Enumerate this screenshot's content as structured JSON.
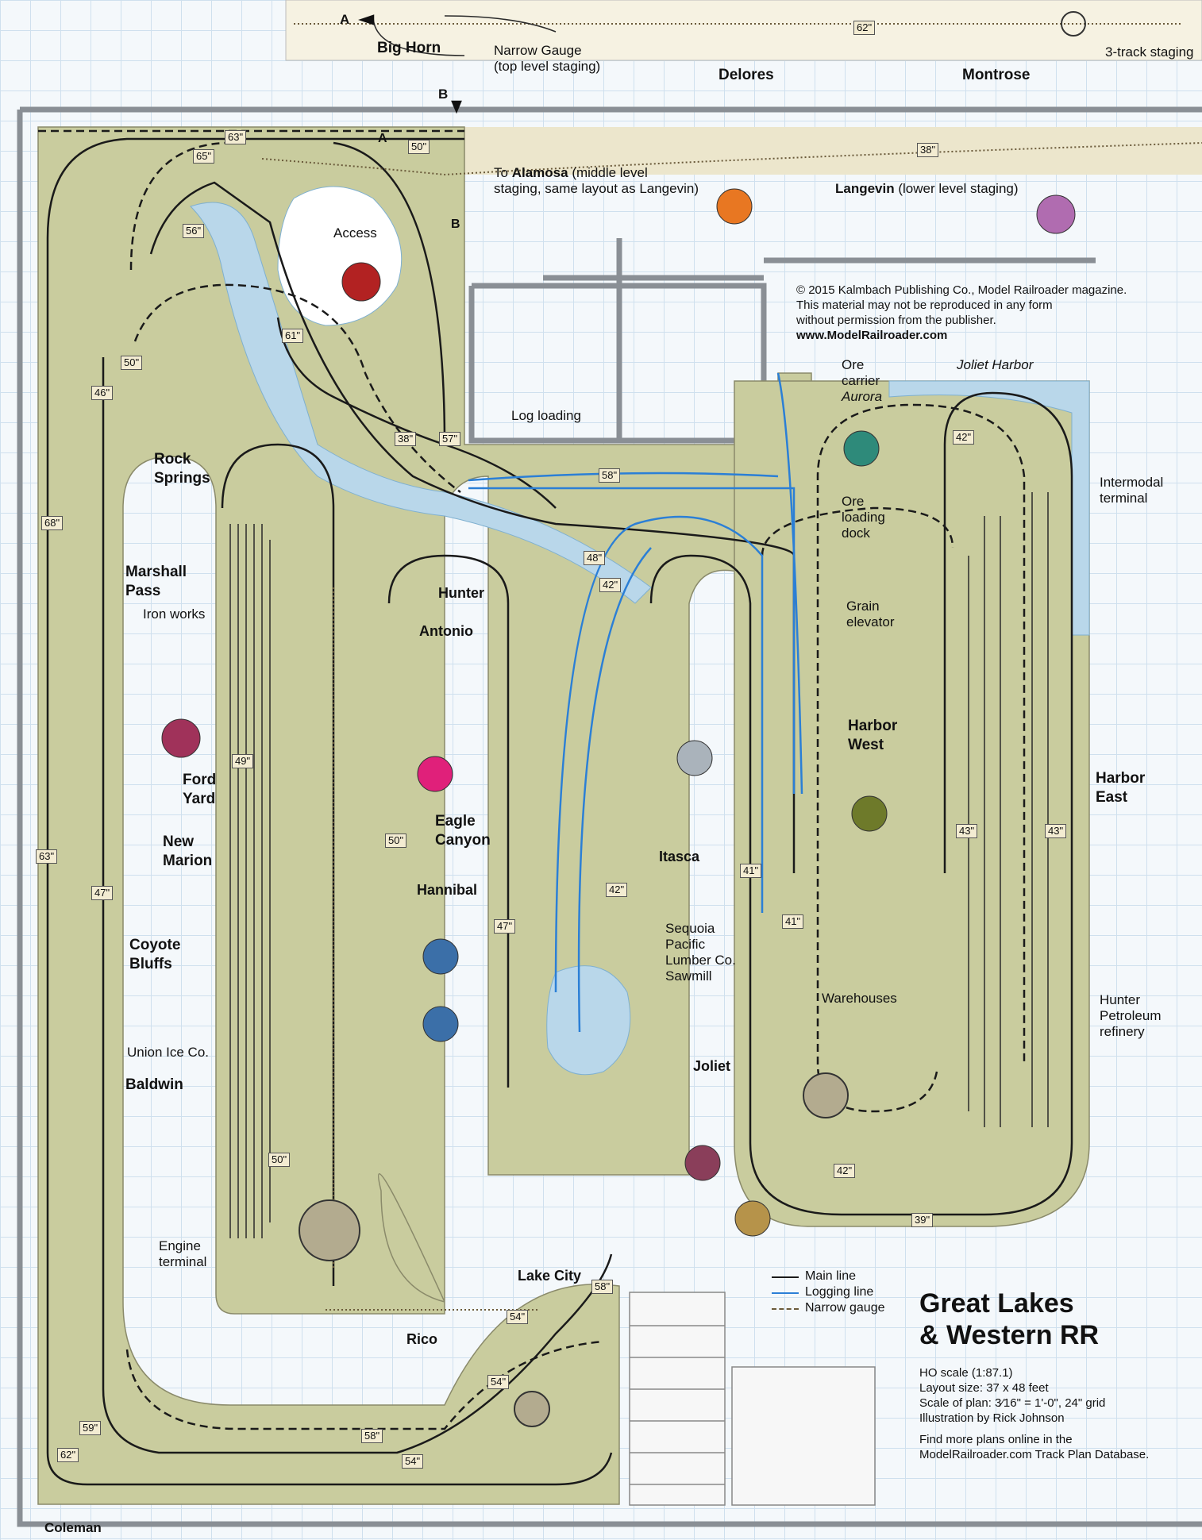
{
  "colors": {
    "terrain": "#c9cc9e",
    "water": "#b9d7ea",
    "main_line": "#1a1a1a",
    "logging_line": "#2b7fd6",
    "narrow_gauge": "#6a5a3a",
    "bench": "#ece6cc"
  },
  "staging": {
    "big_horn": "Big Horn",
    "narrow_gauge_note_1": "Narrow Gauge",
    "narrow_gauge_note_2": "(top level staging)",
    "delores": "Delores",
    "montrose": "Montrose",
    "three_track": "3-track staging",
    "marker_a": "A",
    "marker_b": "B",
    "alamosa_to": "To",
    "alamosa_name": "Alamosa",
    "alamosa_note_1": "(middle level",
    "alamosa_note_2": "staging, same layout as Langevin)",
    "langevin_name": "Langevin",
    "langevin_note": "(lower level staging)"
  },
  "copyright": {
    "line1": "© 2015 Kalmbach Publishing Co., Model Railroader magazine.",
    "line2": "This material may not be reproduced in any form",
    "line3": "without permission from the publisher.",
    "url": "www.ModelRailroader.com"
  },
  "places": {
    "access": "Access",
    "rock_springs_1": "Rock",
    "rock_springs_2": "Springs",
    "marshall_pass_1": "Marshall",
    "marshall_pass_2": "Pass",
    "iron_works": "Iron works",
    "ford_yard_1": "Ford",
    "ford_yard_2": "Yard",
    "new_marion_1": "New",
    "new_marion_2": "Marion",
    "coyote_bluffs_1": "Coyote",
    "coyote_bluffs_2": "Bluffs",
    "union_ice": "Union Ice Co.",
    "baldwin": "Baldwin",
    "engine_terminal_1": "Engine",
    "engine_terminal_2": "terminal",
    "coleman": "Coleman",
    "hunter": "Hunter",
    "antonio": "Antonio",
    "hannibal": "Hannibal",
    "eagle_canyon_1": "Eagle",
    "eagle_canyon_2": "Canyon",
    "log_loading": "Log loading",
    "itasca": "Itasca",
    "sequoia_1": "Sequoia",
    "sequoia_2": "Pacific",
    "sequoia_3": "Lumber Co.",
    "sequoia_4": "Sawmill",
    "joliet": "Joliet",
    "lake_city": "Lake City",
    "rico": "Rico",
    "ore_carrier_1": "Ore",
    "ore_carrier_2": "carrier",
    "ore_carrier_3": "Aurora",
    "ore_dock_1": "Ore",
    "ore_dock_2": "loading",
    "ore_dock_3": "dock",
    "grain_1": "Grain",
    "grain_2": "elevator",
    "harbor_west_1": "Harbor",
    "harbor_west_2": "West",
    "harbor_east_1": "Harbor",
    "harbor_east_2": "East",
    "joliet_harbor": "Joliet Harbor",
    "intermodal_1": "Intermodal",
    "intermodal_2": "terminal",
    "warehouses": "Warehouses",
    "hunter_pet_1": "Hunter",
    "hunter_pet_2": "Petroleum",
    "hunter_pet_3": "refinery"
  },
  "dimensions": [
    "62\"",
    "63\"",
    "65\"",
    "50\"",
    "38\"",
    "56\"",
    "61\"",
    "46\"",
    "50\"",
    "38\"",
    "57\"",
    "58\"",
    "68\"",
    "63\"",
    "47\"",
    "49\"",
    "50\"",
    "50\"",
    "48\"",
    "42\"",
    "47\"",
    "42\"",
    "41\"",
    "41\"",
    "42\"",
    "43\"",
    "43\"",
    "42\"",
    "39\"",
    "58\"",
    "54\"",
    "54\"",
    "54\"",
    "58\"",
    "59\"",
    "62\""
  ],
  "legend": {
    "main": "Main line",
    "logging": "Logging line",
    "narrow": "Narrow gauge"
  },
  "title": {
    "line1": "Great Lakes",
    "line2": "& Western RR"
  },
  "info": {
    "scale": "HO scale (1:87.1)",
    "size": "Layout size: 37 x 48 feet",
    "plan": "Scale of plan: 3⁄16\" = 1'-0\", 24\" grid",
    "illus": "Illustration by Rick Johnson",
    "more1": "Find more plans online in the",
    "more2": "ModelRailroader.com Track Plan Database."
  }
}
